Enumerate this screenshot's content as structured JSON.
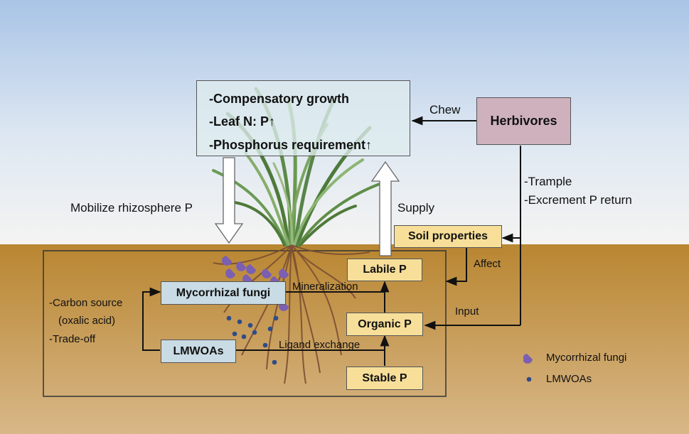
{
  "plant_box": {
    "lines": [
      "-Compensatory growth",
      "-Leaf N: P",
      "-Phosphorus requirement"
    ],
    "arrows": [
      "up",
      "up"
    ]
  },
  "herbivores": "Herbivores",
  "chew": "Chew",
  "trample": "-Trample",
  "excrement": "-Excrement P return",
  "mobilize": "Mobilize rhizosphere P",
  "supply": "Supply",
  "soil_properties": "Soil properties",
  "affect": "Affect",
  "input": "Input",
  "labile_p": "Labile P",
  "organic_p": "Organic P",
  "stable_p": "Stable P",
  "mycorrhizal_fungi": "Mycorrhizal fungi",
  "lmwoas": "LMWOAs",
  "mineralization": "Mineralization",
  "ligand_exchange": "Ligand exchange",
  "carbon_source": "-Carbon source",
  "oxalic_acid": "(oxalic acid)",
  "trade_off": "-Trade-off",
  "legend": {
    "fungi_label": "Mycorrhizal fungi",
    "lmwoas_label": "LMWOAs"
  },
  "colors": {
    "yellow_box": "#f7df9a",
    "blue_box": "#c9dbe4",
    "herbivore_box": "#cfb1be",
    "fungi": "#7b5fb2",
    "lmwoa_dot": "#2e4c8a"
  }
}
